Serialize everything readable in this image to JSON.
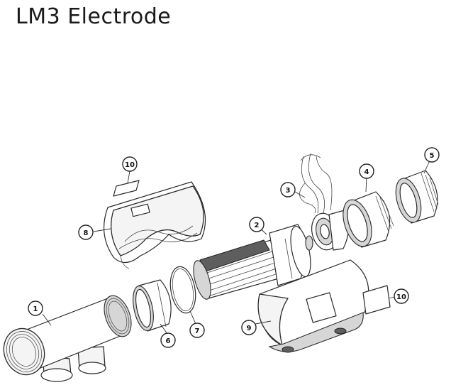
{
  "title": "LM3 Electrode",
  "callouts": [
    {
      "id": "1",
      "label": "1"
    },
    {
      "id": "2",
      "label": "2"
    },
    {
      "id": "3",
      "label": "3"
    },
    {
      "id": "4",
      "label": "4"
    },
    {
      "id": "5",
      "label": "5"
    },
    {
      "id": "6",
      "label": "6"
    },
    {
      "id": "7",
      "label": "7"
    },
    {
      "id": "8",
      "label": "8"
    },
    {
      "id": "9",
      "label": "9"
    },
    {
      "id": "10a",
      "label": "10"
    },
    {
      "id": "10b",
      "label": "10"
    }
  ]
}
